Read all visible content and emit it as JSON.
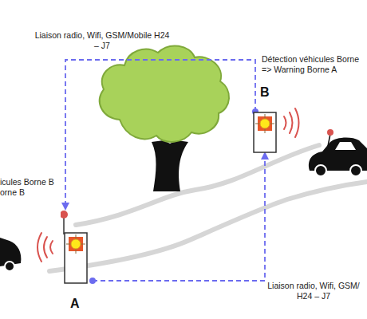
{
  "diagram": {
    "nodes": [
      {
        "text": [
          "B"
        ]
      },
      {
        "text": [
          "A"
        ]
      }
    ],
    "edges": [
      {
        "from": 0,
        "to": 1,
        "arrow": "to",
        "label": "Liaison radio, Wifi, GSM/Mobile H24 – J7"
      },
      {
        "from": 1,
        "to": 0,
        "arrow": "to",
        "label": "Liaison radio, Wifi, GSM/ H24 – J7"
      }
    ],
    "labels": [
      "Détection véhicules Borne => Warning Borne A",
      "icules Borne B orne B"
    ]
  }
}
